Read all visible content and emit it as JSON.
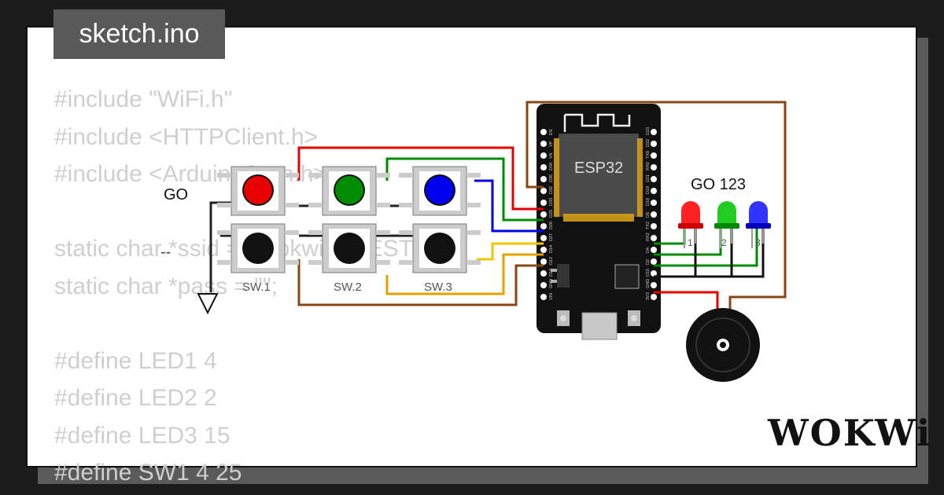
{
  "file_tab": {
    "title": "sketch.ino"
  },
  "code_lines": [
    "#include \"WiFi.h\"",
    "#include <HTTPClient.h>",
    "#include <ArduinoJson.h>",
    "",
    "static char *ssid = \"Wokwi-GUEST\";",
    "static char *pass = \"\";",
    "",
    "#define LED1 4",
    "#define LED2 2",
    "#define LED3 15",
    "#define SW1 4 25"
  ],
  "circuit": {
    "go_label": "GO",
    "go123_label": "GO 123",
    "esp_label": "ESP32",
    "switch_labels": [
      "SW.1",
      "SW.2",
      "SW.3"
    ],
    "led_numbers": [
      "1",
      "2",
      "3"
    ],
    "gnd_dash": "--",
    "left_pins": [
      "EN",
      "VP",
      "VN",
      "D34",
      "D35",
      "D32",
      "D33",
      "D25",
      "D26",
      "D27",
      "D14",
      "D12",
      "D13",
      "GND",
      "VIN"
    ],
    "right_pins": [
      "D23",
      "D22",
      "TX0",
      "RX0",
      "D21",
      "D19",
      "D18",
      "D5",
      "TX2",
      "RX2",
      "D4",
      "D2",
      "D15",
      "GND",
      "3V3"
    ]
  },
  "colors": {
    "red": "#e60000",
    "green": "#008c00",
    "blue": "#0000ee",
    "yellow": "#f5c400",
    "orange": "#e5a000",
    "brown": "#8b4513",
    "black": "#000000"
  },
  "brand": {
    "name": "WOKWi"
  }
}
